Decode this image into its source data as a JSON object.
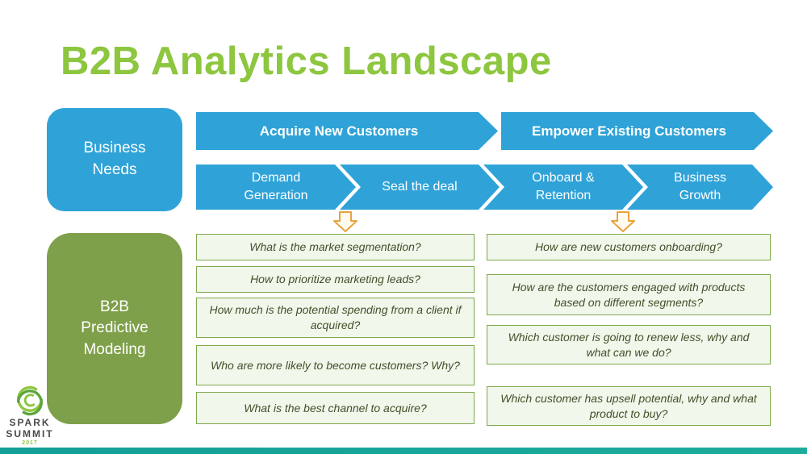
{
  "slide": {
    "title": "B2B Analytics Landscape"
  },
  "business_needs": {
    "line1": "Business",
    "line2": "Needs"
  },
  "predictive_modeling": {
    "line1": "B2B",
    "line2": "Predictive",
    "line3": "Modeling"
  },
  "top_banners": [
    {
      "label": "Acquire New Customers"
    },
    {
      "label": "Empower Existing Customers"
    }
  ],
  "stages": [
    {
      "label": "Demand Generation"
    },
    {
      "label": "Seal the deal"
    },
    {
      "label": "Onboard & Retention"
    },
    {
      "label": "Business Growth"
    }
  ],
  "questions_left": [
    "What is the market segmentation?",
    "How to prioritize marketing leads?",
    "How much is the potential spending from a client if acquired?",
    "Who are more likely to become customers? Why?",
    "What is the best channel to acquire?"
  ],
  "questions_right": [
    "How are new customers onboarding?",
    "How are the customers engaged with products based on different segments?",
    "Which customer is going to renew less, why and what can we do?",
    "Which customer has upsell potential, why and what product to buy?"
  ],
  "logo": {
    "line1": "SPARK",
    "line2": "SUMMIT",
    "year": "2017"
  },
  "colors": {
    "title_green": "#8DC63F",
    "banner_blue": "#2FA3D8",
    "olive_green": "#7FA04A",
    "question_bg": "#F1F7EB",
    "question_border": "#7FA84C",
    "arrow_orange": "#E8A33D",
    "bottom_bar_teal": "#16A79A"
  }
}
